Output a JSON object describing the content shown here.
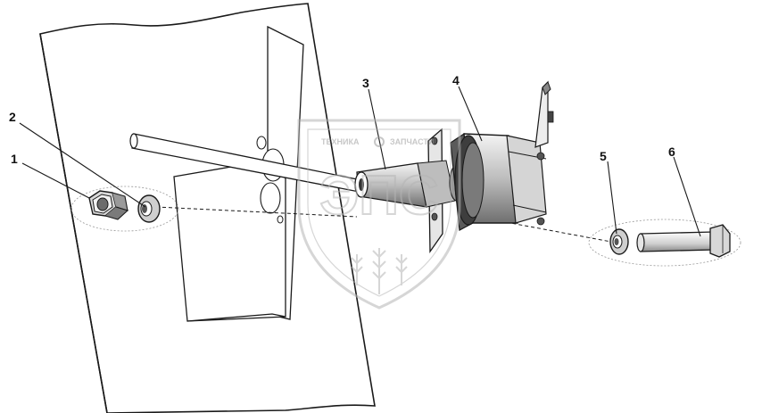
{
  "callouts": [
    {
      "id": "1",
      "text": "1"
    },
    {
      "id": "2",
      "text": "2"
    },
    {
      "id": "3",
      "text": "3"
    },
    {
      "id": "4",
      "text": "4"
    },
    {
      "id": "5",
      "text": "5"
    },
    {
      "id": "6",
      "text": "6"
    }
  ],
  "watermark": {
    "left_word": "ТЕХНИКА",
    "right_word": "ЗАПЧАСТИ",
    "emblem": "ЭПС"
  },
  "colors": {
    "line": "#1a1a1a",
    "shade": "#555555",
    "watermark": "#b5b5b5"
  }
}
